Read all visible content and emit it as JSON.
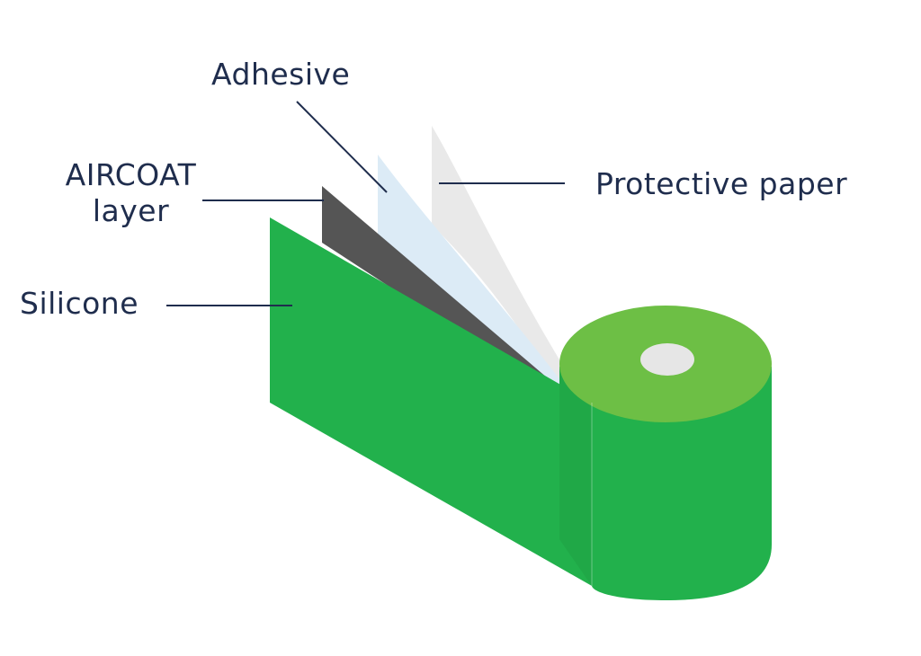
{
  "labels": {
    "adhesive": "Adhesive",
    "aircoat_line1": "AIRCOAT",
    "aircoat_line2": "layer",
    "protective_paper": "Protective paper",
    "silicone": "Silicone"
  },
  "colors": {
    "text": "#1f2d4d",
    "leader_line": "#1f2d4d",
    "silicone_green": "#22b14c",
    "roll_top_green": "#6dbf45",
    "roll_core": "#e6e6e6",
    "aircoat_gray": "#555555",
    "adhesive_blue": "#dcebf6",
    "protective_gray": "#e9e9e9"
  }
}
